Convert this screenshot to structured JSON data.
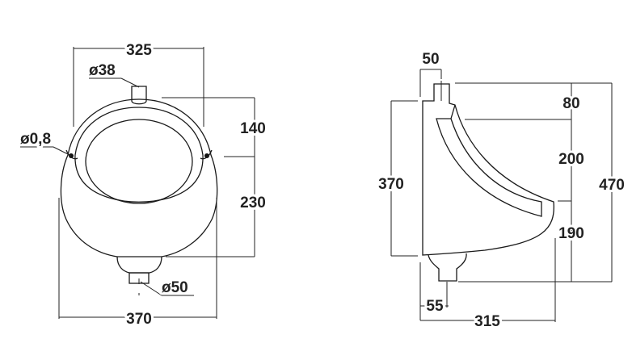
{
  "front_view": {
    "width_top": "325",
    "inlet_diameter": "ø38",
    "hole_diameter": "ø0,8",
    "upper_height": "140",
    "lower_height": "230",
    "outlet_diameter": "ø50",
    "width_bottom": "370"
  },
  "side_view": {
    "inlet_offset": "50",
    "body_height": "370",
    "top_to_rim": "80",
    "bowl_height": "200",
    "lip_to_outlet": "190",
    "total_height": "470",
    "outlet_offset": "55",
    "depth": "315"
  }
}
